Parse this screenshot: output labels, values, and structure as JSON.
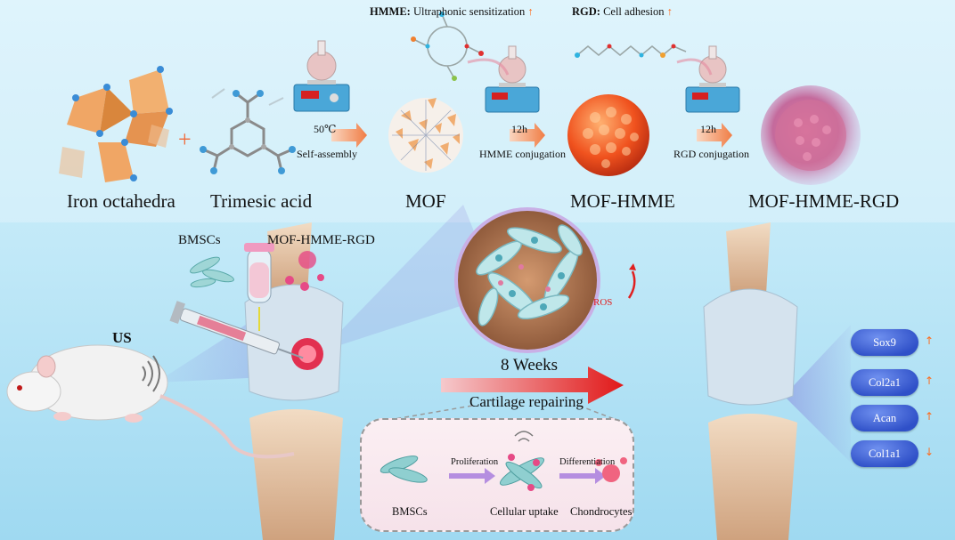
{
  "header": {
    "hmme_bold": "HMME:",
    "hmme_text": "Ultraphonic sensitization",
    "rgd_bold": "RGD:",
    "rgd_text": "Cell adhesion"
  },
  "synthesis": {
    "iron": "Iron octahedra",
    "plus": "+",
    "trimesic": "Trimesic acid",
    "mof": "MOF",
    "mof_hmme": "MOF-HMME",
    "mof_hmme_rgd": "MOF-HMME-RGD",
    "step1_top": "50℃",
    "step1_bottom": "Self-assembly",
    "step2_top": "12h",
    "step2_bottom": "HMME conjugation",
    "step3_top": "12h",
    "step3_bottom": "RGD conjugation"
  },
  "treatment": {
    "bmscs": "BMSCs",
    "composite": "MOF-HMME-RGD",
    "us": "US",
    "ros": "ROS",
    "weeks": "8 Weeks",
    "repair": "Cartilage repairing"
  },
  "inset": {
    "bmscs": "BMSCs",
    "proliferation": "Proliferation",
    "uptake": "Cellular uptake",
    "differentiation": "Differentiation",
    "chondrocytes": "Chondrocytes"
  },
  "markers": [
    {
      "name": "Sox9",
      "trend": "↑"
    },
    {
      "name": "Col2a1",
      "trend": "↑"
    },
    {
      "name": "Acan",
      "trend": "↑"
    },
    {
      "name": "Col1a1",
      "trend": "↓"
    }
  ],
  "colors": {
    "arrow": "#f08a55",
    "up_arrow": "#ff6a1a",
    "marker_pill": "#3a5ad6",
    "big_arrow": "#e11a1a"
  }
}
